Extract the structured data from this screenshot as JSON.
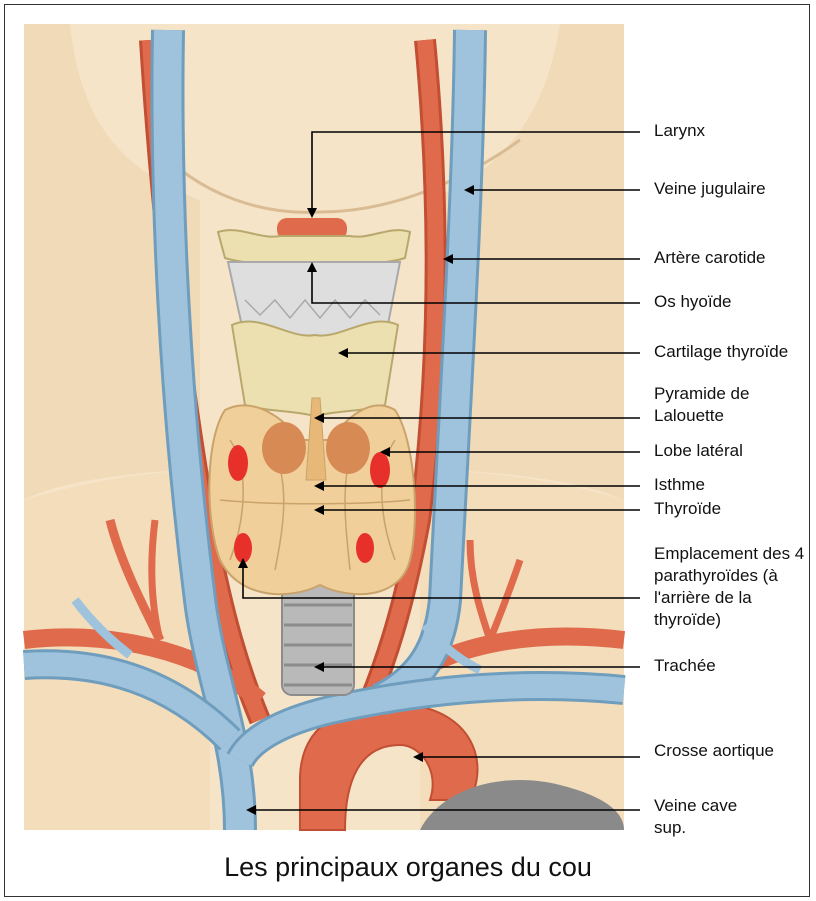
{
  "labels": {
    "larynx": "Larynx",
    "veine_jugulaire": "Veine jugulaire",
    "artere_carotide": "Artère carotide",
    "os_hyoide": "Os hyoïde",
    "cartilage_thyroide": "Cartilage thyroïde",
    "pyramide_line1": "Pyramide de",
    "pyramide_line2": "Lalouette",
    "lobe_lateral": "Lobe latéral",
    "isthme": "Isthme",
    "thyroide": "Thyroïde",
    "parathyroides": "Emplacement des 4 parathyroïdes (à l'arrière de la thyroïde)",
    "trachee": "Trachée",
    "crosse_aortique": "Crosse aortique",
    "veine_cave": "Veine cave sup."
  },
  "caption": "Les principaux organes du cou",
  "colors": {
    "skin": "#f6e4c8",
    "skin_shadow": "#e9cfa8",
    "vein": "#9fc3dc",
    "vein_edge": "#6f9dbd",
    "artery": "#e06a4c",
    "artery_dark": "#c24e34",
    "thyroid": "#f0cf9a",
    "cartilage": "#ece0b0",
    "trachea": "#b9b9b9",
    "parathyroid": "#e8302a",
    "arrow": "#000000"
  }
}
